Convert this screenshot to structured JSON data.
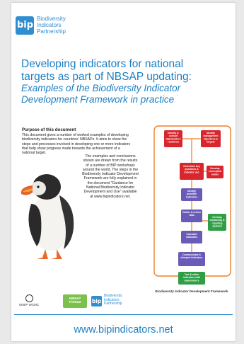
{
  "logo": {
    "mark": "bip",
    "lines": [
      "Biodiversity",
      "Indicators",
      "Partnership"
    ],
    "color": "#2f8ed0"
  },
  "title": {
    "line1": "Developing indicators for national",
    "line2": "targets as part of NBSAP updating:",
    "subtitle1": "Examples of the Biodiversity Indicator",
    "subtitle2": "Development Framework in practice"
  },
  "purpose": {
    "heading": "Purpose of this document",
    "p1": "This document gives a number of worked examples of developing biodiversity indicators for countries' NBSAPs. It aims to show the steps and processes involved in developing one or more indicators that help show progress made towards the achievement of a national target.",
    "p2": "The examples and conclusions shown are drawn from the results of a number of BIP workshops around the world. The steps in the Biodiversity Indicator Development Framework are fully explained in the document \"Guidance for National Biodiversity Indicator Development and Use\" available at www.bipindicators.net."
  },
  "framework": {
    "caption": "Biodiversity Indicator Development Framework",
    "red": [
      "Identify & consult stakeholders / audience",
      "Identify management objectives & targets",
      "Determine key questions & indicator use",
      "Develop conceptual model"
    ],
    "purple": [
      "Identify possible indicators",
      "Gather & review data",
      "Calculate indicators",
      "Communicate & interpret indicators"
    ],
    "green": [
      "Develop monitoring & reporting systems",
      "Test & refine indicators with stakeholders"
    ]
  },
  "bottom_logos": {
    "unep": "UNEP WCMC",
    "nbsap": "NBSAP FORUM",
    "bip_mark": "bip",
    "bip_lines": [
      "Biodiversity",
      "Indicators",
      "Partnership"
    ]
  },
  "footer": {
    "url": "www.bipindicators.net"
  },
  "colors": {
    "brand_blue": "#1c7fc3",
    "red": "#d8262c",
    "purple": "#6a5bb8",
    "green": "#2f9e45",
    "orange": "#f07e26"
  }
}
